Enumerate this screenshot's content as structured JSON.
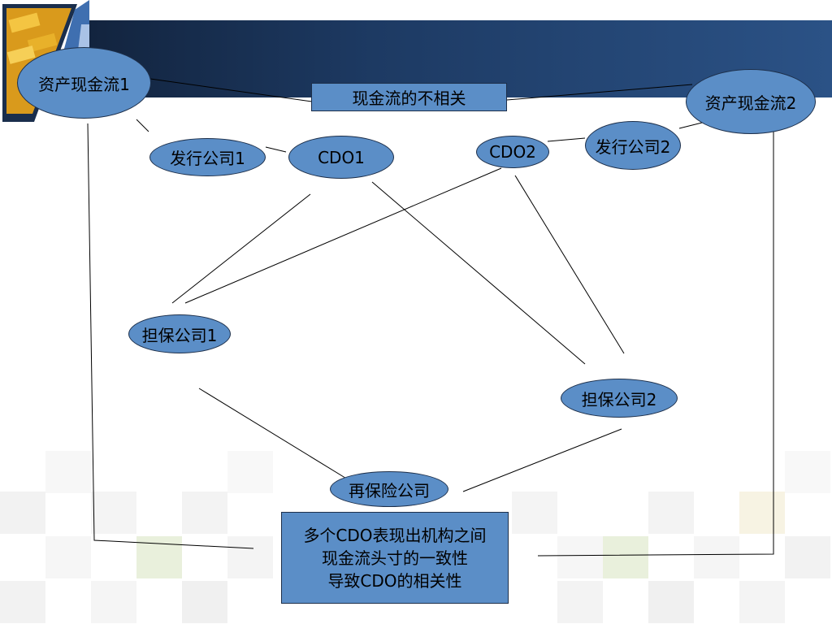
{
  "diagram": {
    "colors": {
      "node_fill": "#5b8ec7",
      "node_border": "#1d2f4a",
      "banner_dark": "#0f1d33",
      "banner_light": "#2b5286",
      "line": "#000000"
    },
    "nodes": {
      "asset_cf_1": "资产现金流1",
      "asset_cf_2": "资产现金流2",
      "issuer_1": "发行公司1",
      "issuer_2": "发行公司2",
      "cdo_1": "CDO1",
      "cdo_2": "CDO2",
      "guarantor_1": "担保公司1",
      "guarantor_2": "担保公司2",
      "reinsurer": "再保险公司"
    },
    "uncorrelated_label": "现金流的不相关",
    "conclusion": {
      "line1": "多个CDO表现出机构之间",
      "line2": "现金流头寸的一致性",
      "line3": "导致CDO的相关性"
    }
  }
}
